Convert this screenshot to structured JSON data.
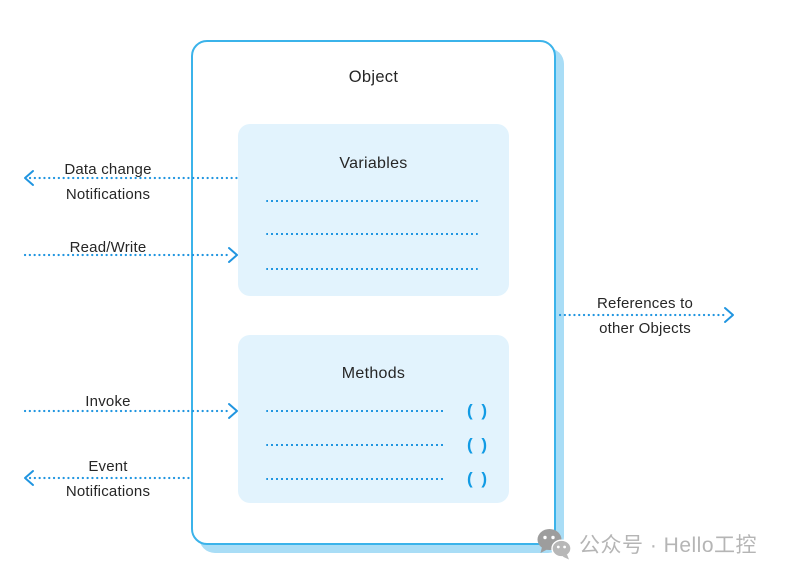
{
  "diagram": {
    "object_title": "Object",
    "variables_title": "Variables",
    "methods_title": "Methods",
    "method_paren": "( )",
    "labels": {
      "data_change_line1": "Data change",
      "data_change_line2": "Notifications",
      "read_write": "Read/Write",
      "invoke": "Invoke",
      "event_line1": "Event",
      "event_line2": "Notifications",
      "references_line1": "References to",
      "references_line2": "other Objects"
    },
    "colors": {
      "box_border": "#3bb3ea",
      "box_shadow": "#a9ddf6",
      "inner_box_fill": "#e2f3fd",
      "dotted_line": "#2095e0",
      "paren_blue": "#129be4",
      "label_text": "#262626",
      "watermark_gray": "#b5b5b5"
    },
    "watermark": {
      "text": "公众号 · Hello工控"
    }
  }
}
